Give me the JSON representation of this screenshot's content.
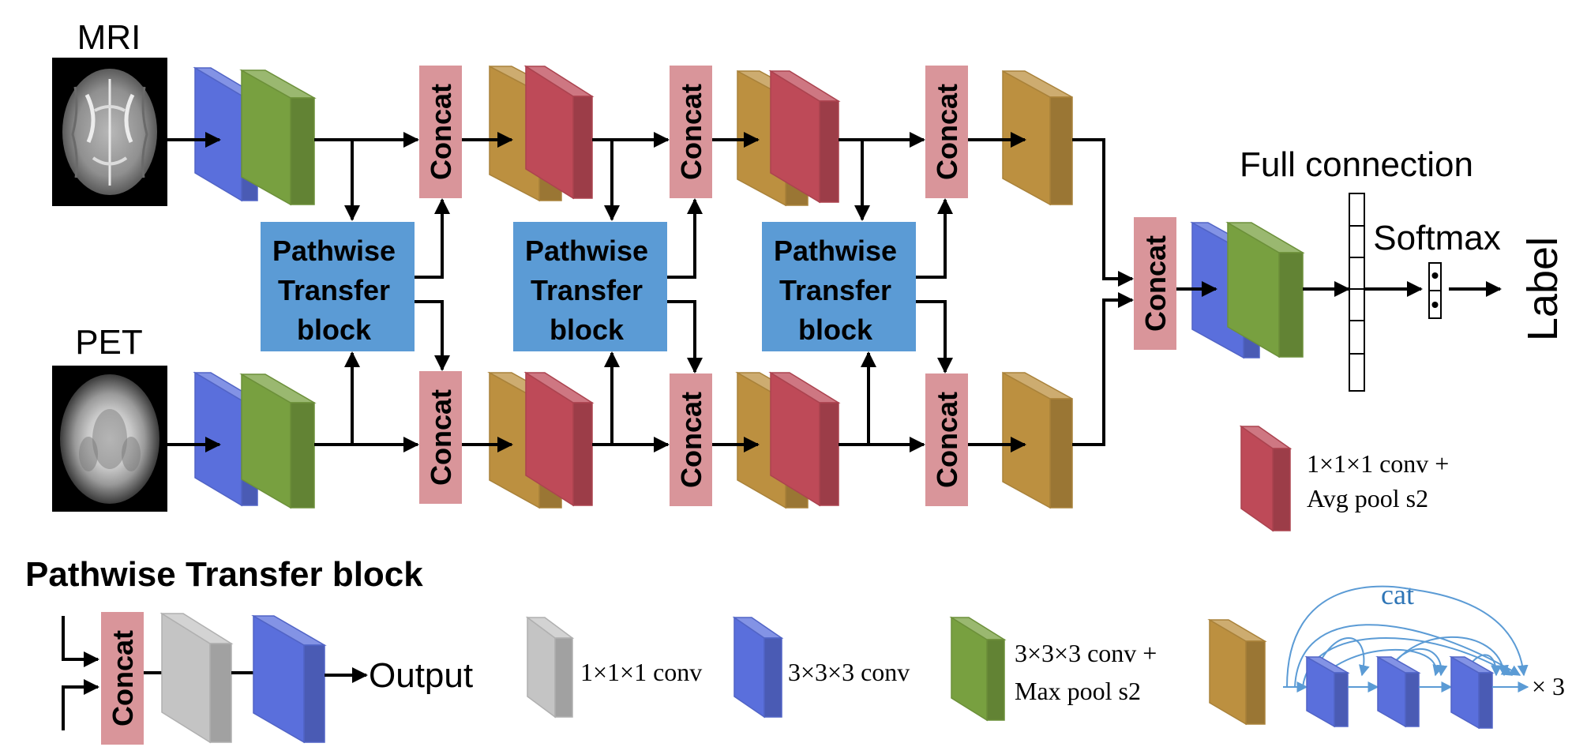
{
  "colors": {
    "conv3": "#5a6fdc",
    "conv3_pool": "#78a040",
    "dense_block": "#bc9040",
    "transition": "#be4a58",
    "conv1": "#c4c4c4",
    "concat_bg": "#d9959a",
    "ptb_bg": "#5b9bd5",
    "cat_arrow": "#5b9bd5"
  },
  "inputs": {
    "mri_label": "MRI",
    "pet_label": "PET"
  },
  "concat_label": "Concat",
  "ptb_block": {
    "line1": "Pathwise",
    "line2": "Transfer",
    "line3": "block"
  },
  "head": {
    "full_connection": "Full connection",
    "softmax": "Softmax",
    "output_label": "Label"
  },
  "legend": {
    "transition_line1": "1×1×1 conv +",
    "transition_line2": "Avg pool s2",
    "conv1": "1×1×1 conv",
    "conv3": "3×3×3 conv",
    "conv3_pool_line1": "3×3×3 conv +",
    "conv3_pool_line2": "Max pool s2",
    "cat": "cat",
    "repeat": "× 3"
  },
  "ptb_detail": {
    "title": "Pathwise Transfer block",
    "output": "Output"
  }
}
